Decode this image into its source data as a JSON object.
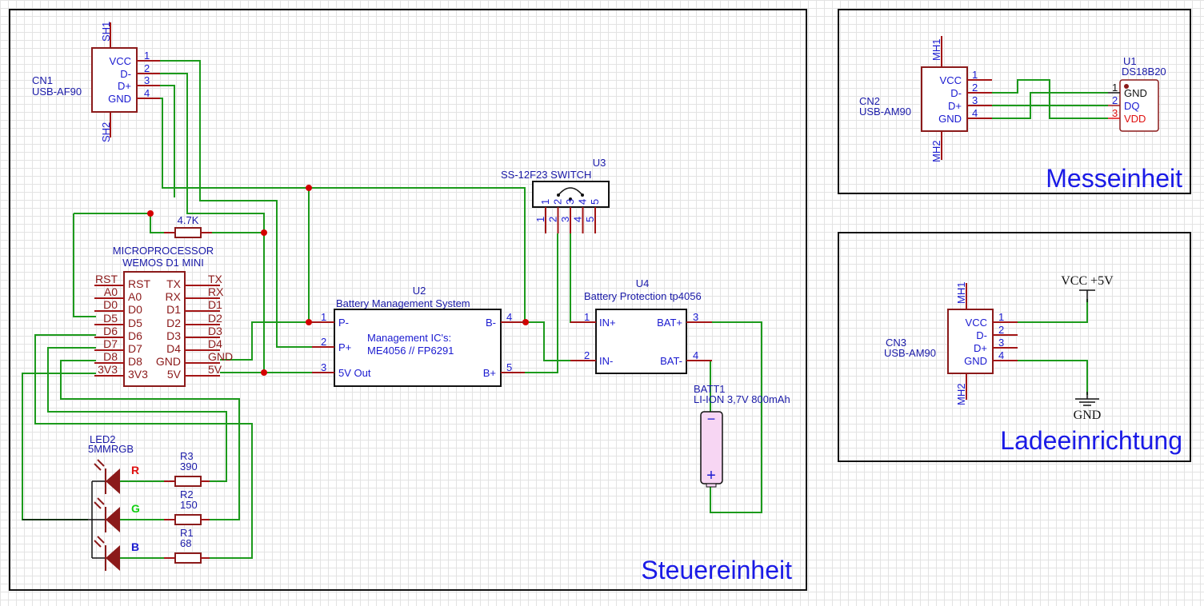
{
  "sheets": [
    {
      "name": "steuereinheit",
      "title": "Steuereinheit"
    },
    {
      "name": "messeinheit",
      "title": "Messeinheit"
    },
    {
      "name": "ladeeinrichtung",
      "title": "Ladeeinrichtung"
    }
  ],
  "components": {
    "cn1": {
      "ref": "CN1",
      "value": "USB-AF90",
      "shield_top": "SH1",
      "shield_bottom": "SH2",
      "pins": [
        {
          "num": "1",
          "name": "VCC"
        },
        {
          "num": "2",
          "name": "D-"
        },
        {
          "num": "3",
          "name": "D+"
        },
        {
          "num": "4",
          "name": "GND"
        }
      ]
    },
    "r_pullup": {
      "value": "4.7K"
    },
    "mcu": {
      "ref": "MICROPROCESSOR",
      "value": "WEMOS D1 MINI",
      "left_pins": [
        "RST",
        "A0",
        "D0",
        "D5",
        "D6",
        "D7",
        "D8",
        "3V3"
      ],
      "right_pins": [
        "TX",
        "RX",
        "D1",
        "D2",
        "D3",
        "D4",
        "GND",
        "5V"
      ]
    },
    "u2": {
      "ref": "U2",
      "value": "Battery Management System",
      "note_line1": "Management IC's:",
      "note_line2": "ME4056 // FP6291",
      "pins": [
        {
          "num": "1",
          "name": "P-"
        },
        {
          "num": "2",
          "name": "P+"
        },
        {
          "num": "3",
          "name": "5V Out"
        },
        {
          "num": "4",
          "name": "B-"
        },
        {
          "num": "5",
          "name": "B+"
        }
      ]
    },
    "u3": {
      "ref": "U3",
      "value": "SS-12F23  SWITCH",
      "pins": [
        "1",
        "2",
        "3",
        "4",
        "5"
      ]
    },
    "u4": {
      "ref": "U4",
      "value": "Battery Protection tp4056",
      "pins": [
        {
          "num": "1",
          "name": "IN+"
        },
        {
          "num": "2",
          "name": "IN-"
        },
        {
          "num": "3",
          "name": "BAT+"
        },
        {
          "num": "4",
          "name": "BAT-"
        }
      ]
    },
    "batt1": {
      "ref": "BATT1",
      "value": "LI-ION 3,7V 800mAh",
      "neg": "−",
      "pos": "+"
    },
    "led2": {
      "ref": "LED2",
      "value": "5MMRGB",
      "channels": [
        {
          "label": "R",
          "color": "#e01010"
        },
        {
          "label": "G",
          "color": "#10d010"
        },
        {
          "label": "B",
          "color": "#1a1ad0"
        }
      ]
    },
    "r3": {
      "ref": "R3",
      "value": "390"
    },
    "r2": {
      "ref": "R2",
      "value": "150"
    },
    "r1": {
      "ref": "R1",
      "value": "68"
    },
    "cn2": {
      "ref": "CN2",
      "value": "USB-AM90",
      "mh_top": "MH1",
      "mh_bottom": "MH2",
      "pins": [
        {
          "num": "1",
          "name": "VCC"
        },
        {
          "num": "2",
          "name": "D-"
        },
        {
          "num": "3",
          "name": "D+"
        },
        {
          "num": "4",
          "name": "GND"
        }
      ]
    },
    "u1": {
      "ref": "U1",
      "value": "DS18B20",
      "pins": [
        {
          "num": "1",
          "name": "GND"
        },
        {
          "num": "2",
          "name": "DQ"
        },
        {
          "num": "3",
          "name": "VDD"
        }
      ]
    },
    "cn3": {
      "ref": "CN3",
      "value": "USB-AM90",
      "mh_top": "MH1",
      "mh_bottom": "MH2",
      "pins": [
        {
          "num": "1",
          "name": "VCC"
        },
        {
          "num": "2",
          "name": "D-"
        },
        {
          "num": "3",
          "name": "D+"
        },
        {
          "num": "4",
          "name": "GND"
        }
      ]
    },
    "vcc": {
      "label": "VCC +5V"
    },
    "gnd": {
      "label": "GND"
    }
  },
  "colors": {
    "wire": "#1c9a1c",
    "pin": "#a31515",
    "junction": "#d40000",
    "title": "#1a1ae6"
  }
}
